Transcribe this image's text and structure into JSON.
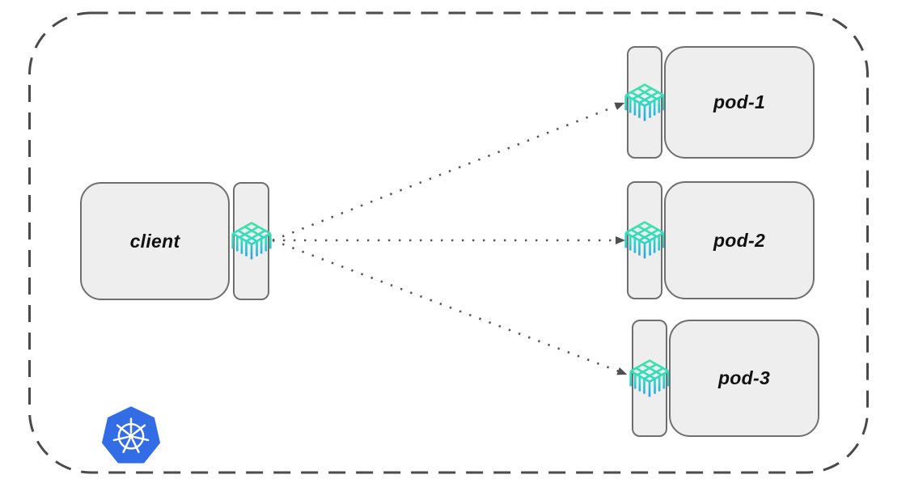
{
  "diagram": {
    "client": {
      "label": "client",
      "sidecar_icon": "linkerd-proxy-icon"
    },
    "pods": [
      {
        "label": "pod-1",
        "sidecar_icon": "linkerd-proxy-icon"
      },
      {
        "label": "pod-2",
        "sidecar_icon": "linkerd-proxy-icon"
      },
      {
        "label": "pod-3",
        "sidecar_icon": "linkerd-proxy-icon"
      }
    ],
    "arrows": [
      {
        "from": "client",
        "to": "pod-1",
        "style": "dotted"
      },
      {
        "from": "client",
        "to": "pod-2",
        "style": "dotted"
      },
      {
        "from": "client",
        "to": "pod-3",
        "style": "dotted"
      }
    ],
    "cluster_logo": "kubernetes-icon"
  },
  "colors": {
    "box_fill": "#eeeeee",
    "box_border": "#6f6f6f",
    "cluster_dashed_border": "#4a4a4a",
    "arrow": "#555555",
    "kubernetes_blue": "#326de6",
    "linkerd_gradient_top": "#3ee6a2",
    "linkerd_gradient_mid": "#2fd9c2",
    "linkerd_gradient_bottom": "#2a93f2",
    "label_text": "#111111"
  }
}
